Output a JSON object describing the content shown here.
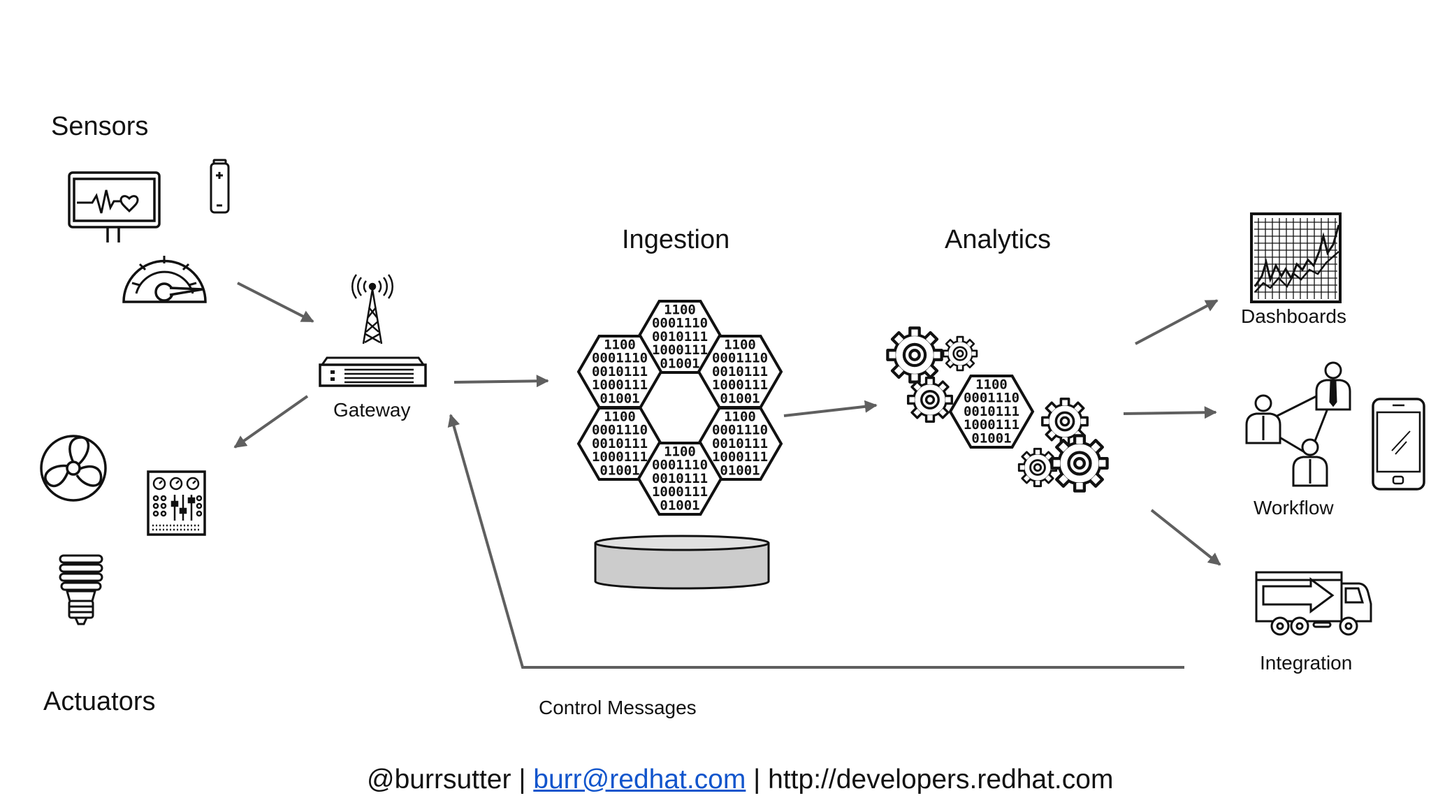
{
  "labels": {
    "sensors": "Sensors",
    "actuators": "Actuators",
    "gateway": "Gateway",
    "ingestion": "Ingestion",
    "analytics": "Analytics",
    "dashboards": "Dashboards",
    "workflow": "Workflow",
    "integration": "Integration",
    "control_messages": "Control Messages"
  },
  "footer": {
    "handle": "@burrsutter",
    "separator1": " | ",
    "email": "burr@redhat.com",
    "separator2": " | ",
    "url": "http://developers.redhat.com"
  },
  "hex_binary_lines": [
    "1100",
    "0001110",
    "0010111",
    "1000111",
    "01001"
  ],
  "icons": {
    "sensors": [
      "heart-monitor-icon",
      "battery-icon",
      "gauge-icon"
    ],
    "actuators": [
      "fan-icon",
      "control-panel-icon",
      "light-bulb-icon"
    ],
    "gateway": [
      "antenna-tower-icon",
      "router-icon"
    ],
    "ingestion": [
      "data-hexagon-cluster-icon",
      "database-disk-icon"
    ],
    "analytics": [
      "gears-icon",
      "data-hexagon-icon"
    ],
    "outputs": [
      "dashboard-chart-icon",
      "people-network-icon",
      "mobile-phone-icon",
      "delivery-truck-icon"
    ]
  },
  "colors": {
    "arrow": "#5f5f5f",
    "stroke": "#111111",
    "link": "#1155cc",
    "db_fill": "#cccccc"
  }
}
